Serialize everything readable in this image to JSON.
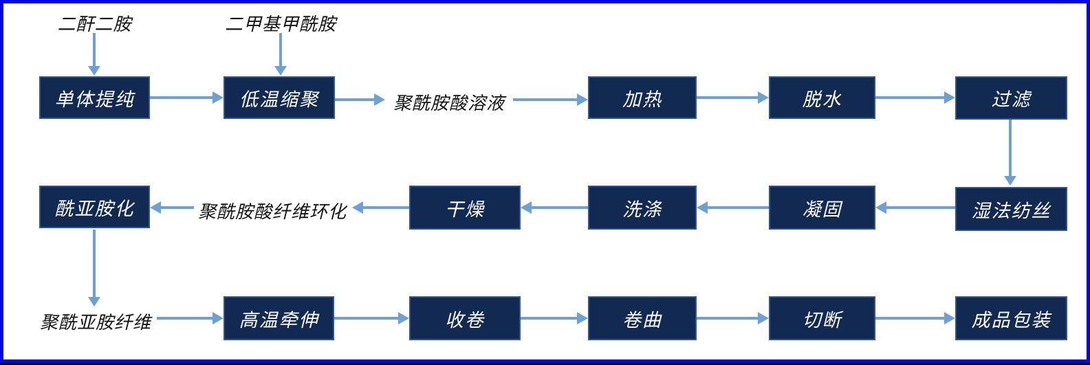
{
  "colors": {
    "frame_blue": "#0101ee",
    "box_fill": "#122a52",
    "box_border": "#2e5597",
    "arrow_blue": "#6ca0d7",
    "box_text": "#ffffff",
    "label_text": "#141414"
  },
  "flowchart": {
    "inputs": {
      "dianhydride_diamine": "二酐二胺",
      "dimethylformamide": "二甲基甲酰胺"
    },
    "row1": {
      "monomer_purification": "单体提纯",
      "low_temp_polycondensation": "低温缩聚",
      "polyamic_acid_solution": "聚酰胺酸溶液",
      "heating": "加热",
      "dehydration": "脱水",
      "filtration": "过滤"
    },
    "row2": {
      "wet_spinning": "湿法纺丝",
      "coagulation": "凝固",
      "washing": "洗涤",
      "drying": "干燥",
      "paa_fiber_cyclization": "聚酰胺酸纤维环化",
      "imidization": "酰亚胺化"
    },
    "row3": {
      "polyimide_fiber": "聚酰亚胺纤维",
      "high_temp_drawing": "高温牵伸",
      "winding": "收卷",
      "crimping": "卷曲",
      "cutting": "切断",
      "product_packaging": "成品包装"
    }
  }
}
